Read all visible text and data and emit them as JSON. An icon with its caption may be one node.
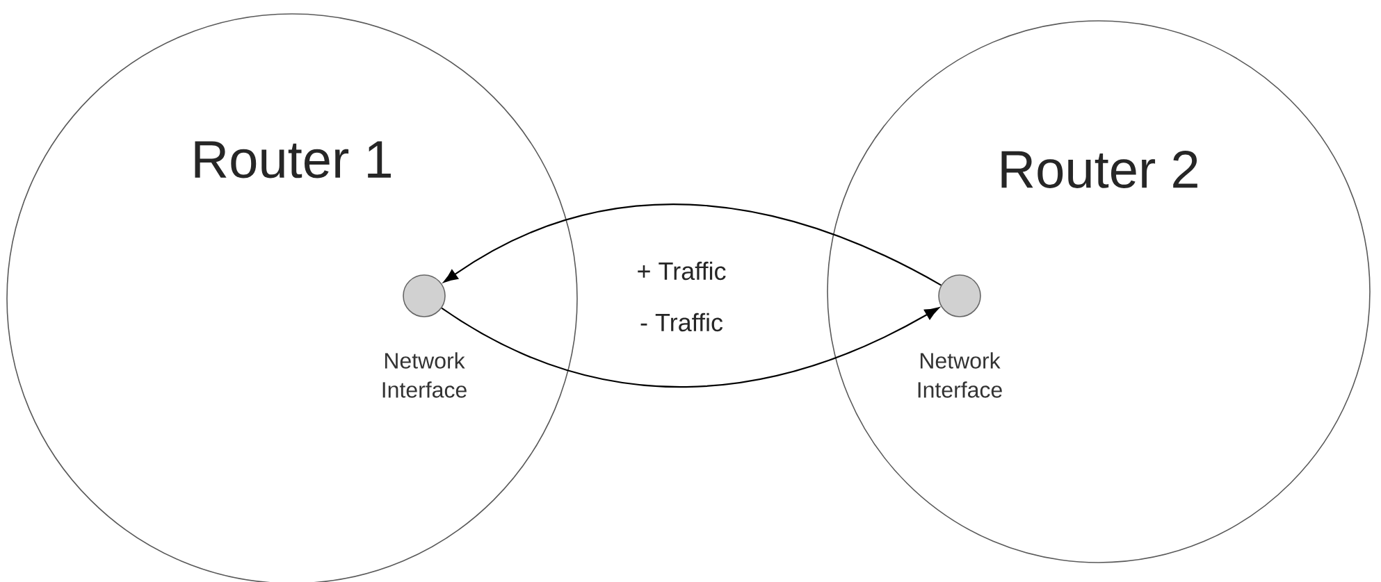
{
  "diagram": {
    "nodes": [
      {
        "text": [
          "Router 1"
        ]
      },
      {
        "text": [
          "Router 2"
        ]
      },
      {
        "text": [],
        "shape": "circle",
        "in": 0,
        "beside": [
          "Network Interface"
        ]
      },
      {
        "text": [],
        "shape": "circle",
        "in": 1,
        "beside": [
          "Network Interface"
        ]
      }
    ],
    "edges": [
      {
        "from": 3,
        "to": 2,
        "arrow": "to",
        "label": "+ Traffic"
      },
      {
        "from": 2,
        "to": 3,
        "arrow": "to",
        "label": "- Traffic"
      }
    ]
  }
}
